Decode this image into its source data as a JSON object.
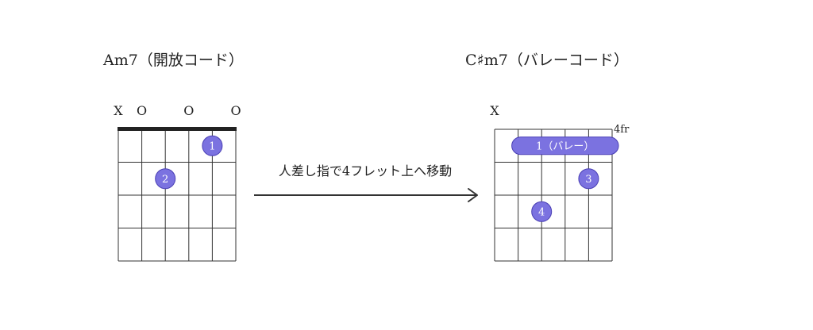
{
  "left_chord": {
    "title": "Am7（開放コード）",
    "string_markers": [
      "X",
      "O",
      "",
      "O",
      "",
      "O"
    ],
    "fingers": [
      {
        "label": "1",
        "string": 4,
        "fret": 1
      },
      {
        "label": "2",
        "string": 2,
        "fret": 2
      }
    ]
  },
  "arrow": {
    "label": "人差し指で4フレット上へ移動"
  },
  "right_chord": {
    "title": "C♯m7（バレーコード）",
    "string_markers": [
      "X",
      "",
      "",
      "",
      "",
      ""
    ],
    "fret_label": "4fr",
    "barre": {
      "label": "1（バレー）",
      "fret": 1,
      "from_string": 1,
      "to_string": 5
    },
    "fingers": [
      {
        "label": "3",
        "string": 4,
        "fret": 2
      },
      {
        "label": "4",
        "string": 2,
        "fret": 3
      }
    ]
  },
  "colors": {
    "finger": "#7b72e0",
    "finger_stroke": "#4a3fb5",
    "line": "#333333",
    "text": "#222222"
  }
}
